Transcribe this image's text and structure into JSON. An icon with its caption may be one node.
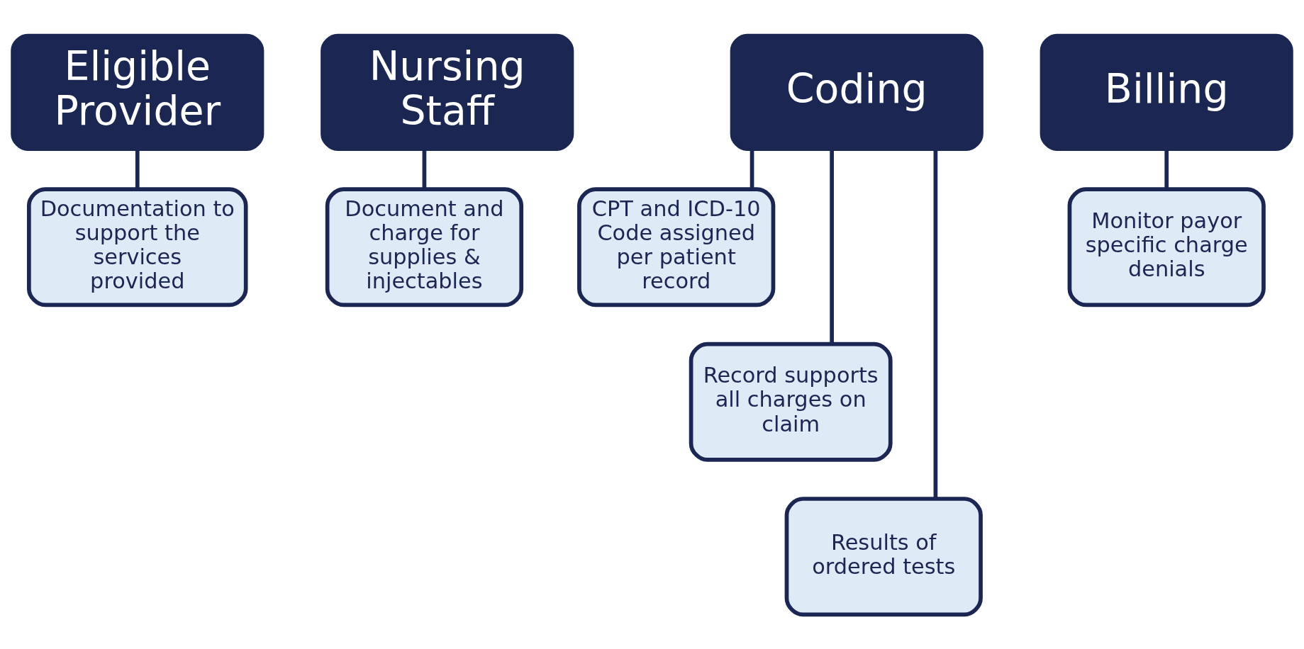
{
  "diagram": {
    "nodes": [
      {
        "text": [
          "Eligible Provider"
        ]
      },
      {
        "text": [
          "Documentation to support the services provided"
        ]
      },
      {
        "text": [
          "Nursing Staff"
        ]
      },
      {
        "text": [
          "Document and charge for supplies & injectables"
        ]
      },
      {
        "text": [
          "Coding"
        ]
      },
      {
        "text": [
          "CPT and ICD-10 Code assigned per patient record"
        ]
      },
      {
        "text": [
          "Record supports all charges on claim"
        ]
      },
      {
        "text": [
          "Results of ordered tests"
        ]
      },
      {
        "text": [
          "Billing"
        ]
      },
      {
        "text": [
          "Monitor payor specific charge denials"
        ]
      }
    ],
    "edges": [
      {
        "from": 0,
        "to": 1,
        "arrow": "none"
      },
      {
        "from": 2,
        "to": 3,
        "arrow": "none"
      },
      {
        "from": 4,
        "to": 5,
        "arrow": "none"
      },
      {
        "from": 4,
        "to": 6,
        "arrow": "none"
      },
      {
        "from": 4,
        "to": 7,
        "arrow": "none"
      },
      {
        "from": 8,
        "to": 9,
        "arrow": "none"
      }
    ]
  }
}
